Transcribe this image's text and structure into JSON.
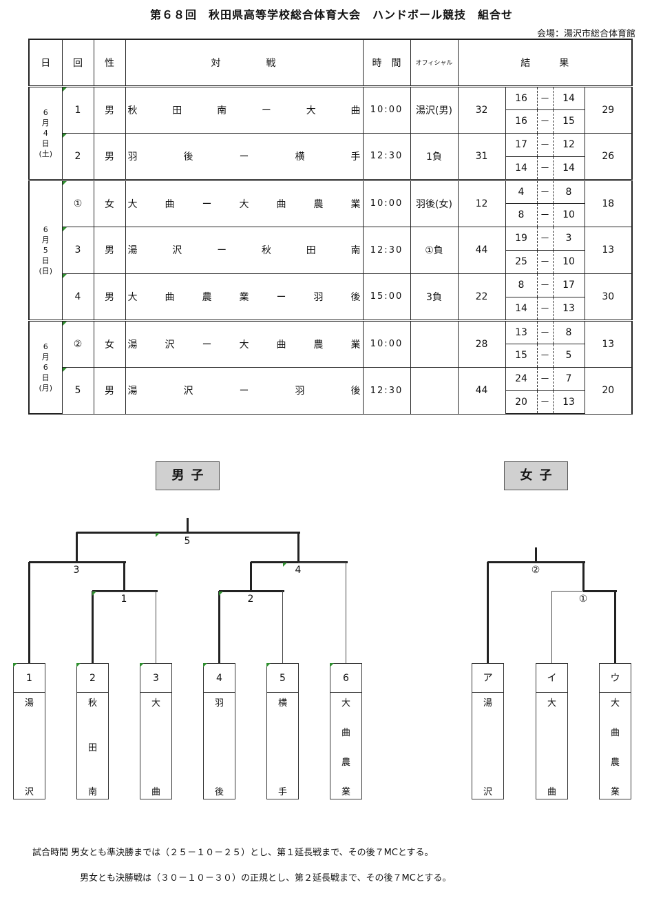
{
  "title": "第６８回　秋田県高等学校総合体育大会　ハンドボール競技　組合せ",
  "venue": "会場：湯沢市総合体育館",
  "headers": {
    "day": "日",
    "round": "回",
    "sex": "性",
    "match": "対　　　　戦",
    "time": "時　間",
    "official": "オフィシャル",
    "result": "結　　　果"
  },
  "days": [
    {
      "label": [
        "6",
        "月",
        "4",
        "日",
        "(土)"
      ]
    },
    {
      "label": [
        "6",
        "月",
        "5",
        "日",
        "(日)"
      ]
    },
    {
      "label": [
        "6",
        "月",
        "6",
        "日",
        "(月)"
      ]
    }
  ],
  "matches": [
    {
      "no": "1",
      "sex": "男",
      "match": "秋田南ー大曲",
      "time": "10:00",
      "official": "湯沢(男)",
      "score_a": "32",
      "h1_a": "16",
      "h1_b": "14",
      "h2_a": "16",
      "h2_b": "15",
      "score_b": "29"
    },
    {
      "no": "2",
      "sex": "男",
      "match": "羽後ー横手",
      "time": "12:30",
      "official": "1負",
      "score_a": "31",
      "h1_a": "17",
      "h1_b": "12",
      "h2_a": "14",
      "h2_b": "14",
      "score_b": "26"
    },
    {
      "no": "①",
      "sex": "女",
      "match": "大曲ー大曲農業",
      "time": "10:00",
      "official": "羽後(女)",
      "score_a": "12",
      "h1_a": "4",
      "h1_b": "8",
      "h2_a": "8",
      "h2_b": "10",
      "score_b": "18"
    },
    {
      "no": "3",
      "sex": "男",
      "match": "湯沢ー秋田南",
      "time": "12:30",
      "official": "①負",
      "score_a": "44",
      "h1_a": "19",
      "h1_b": "3",
      "h2_a": "25",
      "h2_b": "10",
      "score_b": "13"
    },
    {
      "no": "4",
      "sex": "男",
      "match": "大曲農業ー羽後",
      "time": "15:00",
      "official": "3負",
      "score_a": "22",
      "h1_a": "8",
      "h1_b": "17",
      "h2_a": "14",
      "h2_b": "13",
      "score_b": "30"
    },
    {
      "no": "②",
      "sex": "女",
      "match": "湯沢ー大曲農業",
      "time": "10:00",
      "official": "",
      "score_a": "28",
      "h1_a": "13",
      "h1_b": "8",
      "h2_a": "15",
      "h2_b": "5",
      "score_b": "13"
    },
    {
      "no": "5",
      "sex": "男",
      "match": "湯沢ー羽後",
      "time": "12:30",
      "official": "",
      "score_a": "44",
      "h1_a": "24",
      "h1_b": "7",
      "h2_a": "20",
      "h2_b": "13",
      "score_b": "20"
    }
  ],
  "dash": "－",
  "bracket_labels": {
    "men": "男子",
    "women": "女子"
  },
  "men_bracket": {
    "rounds": [
      "5",
      "3",
      "4",
      "1",
      "2"
    ],
    "teams": [
      {
        "num": "1",
        "top": "湯",
        "mid": [],
        "bottom": "沢"
      },
      {
        "num": "2",
        "top": "秋",
        "mid": [
          "田"
        ],
        "bottom": "南"
      },
      {
        "num": "3",
        "top": "大",
        "mid": [],
        "bottom": "曲"
      },
      {
        "num": "4",
        "top": "羽",
        "mid": [],
        "bottom": "後"
      },
      {
        "num": "5",
        "top": "横",
        "mid": [],
        "bottom": "手"
      },
      {
        "num": "6",
        "top": "大",
        "mid": [
          "曲",
          "農"
        ],
        "bottom": "業"
      }
    ]
  },
  "women_bracket": {
    "rounds": [
      "②",
      "①"
    ],
    "teams": [
      {
        "num": "ア",
        "top": "湯",
        "mid": [],
        "bottom": "沢"
      },
      {
        "num": "イ",
        "top": "大",
        "mid": [],
        "bottom": "曲"
      },
      {
        "num": "ウ",
        "top": "大",
        "mid": [
          "曲",
          "農"
        ],
        "bottom": "業"
      }
    ]
  },
  "notes": [
    "試合時間 男女とも準決勝までは（２５－１０－２５）とし、第１延長戦まで、その後７MCとする。",
    "男女とも決勝戦は（３０－１０－３０）の正規とし、第２延長戦まで、その後７MCとする。"
  ]
}
